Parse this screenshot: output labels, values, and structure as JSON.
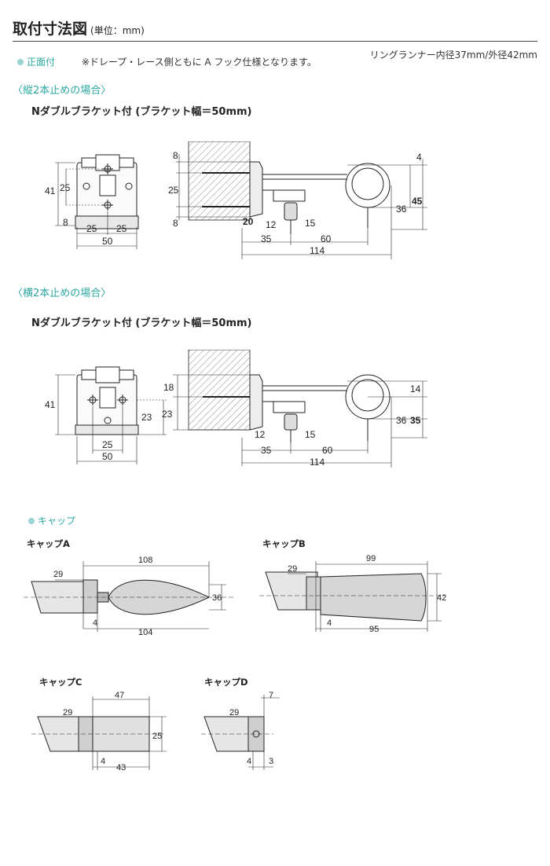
{
  "header": {
    "title": "取付寸法図",
    "unit": "(単位：mm)"
  },
  "spec_note": "リングランナー内径37mm/外径42mm",
  "front_view": {
    "label": "正面付",
    "note": "※ドレープ・レース側ともに A フック仕様となります。"
  },
  "vertical_case": {
    "heading": "〈縦2本止めの場合〉",
    "bracket_title": "Nダブルブラケット付 (ブラケット幅＝50mm)",
    "front_dims": {
      "d41": "41",
      "d25": "25",
      "d8": "8",
      "d25a": "25",
      "d25b": "25",
      "d50": "50"
    },
    "side_dims": {
      "d8a": "8",
      "d25": "25",
      "d8b": "8",
      "d20": "20",
      "d12": "12",
      "d15": "15",
      "d35": "35",
      "d60": "60",
      "d114": "114",
      "d4": "4",
      "d36": "36",
      "d45": "45"
    }
  },
  "horizontal_case": {
    "heading": "〈横2本止めの場合〉",
    "bracket_title": "Nダブルブラケット付 (ブラケット幅＝50mm)",
    "front_dims": {
      "d41": "41",
      "d23": "23",
      "d25": "25",
      "d50": "50"
    },
    "side_dims": {
      "d18": "18",
      "d23": "23",
      "d12": "12",
      "d15": "15",
      "d35": "35",
      "d60": "60",
      "d114": "114",
      "d14": "14",
      "d36": "36",
      "d35r": "35"
    }
  },
  "caps": {
    "label": "キャップ",
    "a": {
      "title": "キャップA",
      "d108": "108",
      "d29": "29",
      "d36": "36",
      "d4": "4",
      "d104": "104"
    },
    "b": {
      "title": "キャップB",
      "d99": "99",
      "d29": "29",
      "d42": "42",
      "d4": "4",
      "d95": "95"
    },
    "c": {
      "title": "キャップC",
      "d47": "47",
      "d29": "29",
      "d25": "25",
      "d4": "4",
      "d43": "43"
    },
    "d": {
      "title": "キャップD",
      "d7": "7",
      "d29": "29",
      "d4": "4",
      "d3": "3"
    }
  }
}
